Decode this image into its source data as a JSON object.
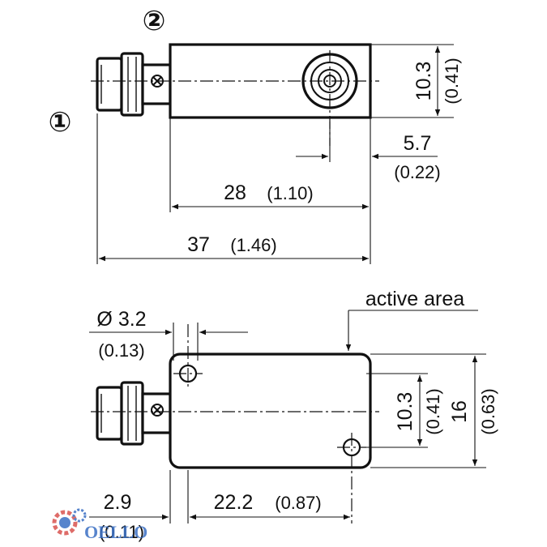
{
  "callouts": {
    "connector": "①",
    "housing": "②"
  },
  "top_view": {
    "height_mm": "10.3",
    "height_in": "(0.41)",
    "active_offset_mm": "5.7",
    "active_offset_in": "(0.22)",
    "body_length_mm": "28",
    "body_length_in": "(1.10)",
    "total_length_mm": "37",
    "total_length_in": "(1.46)"
  },
  "bottom_view": {
    "active_area_label": "active area",
    "hole_dia_mm": "Ø 3.2",
    "hole_dia_in": "(0.13)",
    "hole_spacing_v_mm": "10.3",
    "hole_spacing_v_in": "(0.41)",
    "width_mm": "16",
    "width_in": "(0.63)",
    "offset_mm": "2.9",
    "offset_in": "(0.11)",
    "hole_spacing_h_mm": "22.2",
    "hole_spacing_h_in": "(0.87)"
  },
  "watermark": {
    "text": "OELLO"
  },
  "colors": {
    "line": "#111111",
    "watermark": "#3a6fc4",
    "watermark_gear": "#d9534f"
  }
}
